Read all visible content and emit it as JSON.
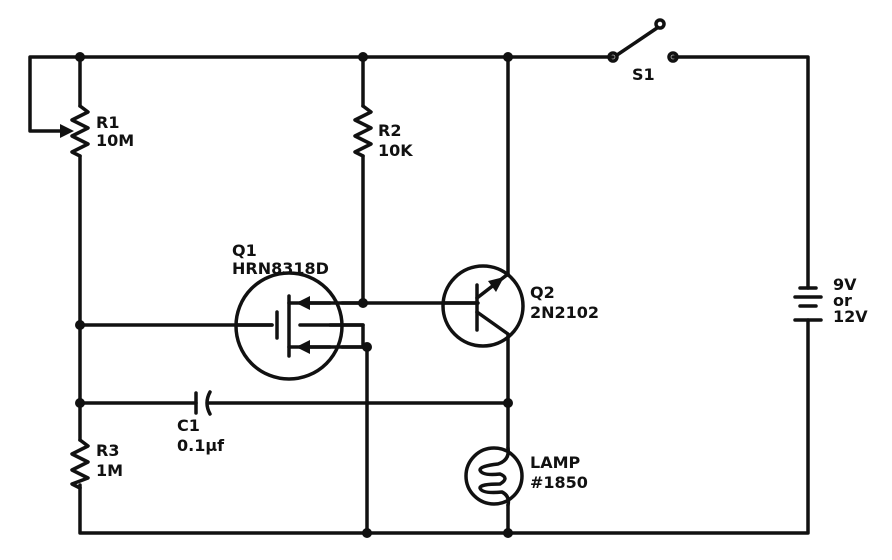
{
  "components": {
    "r1": {
      "ref": "R1",
      "value": "10M"
    },
    "r2": {
      "ref": "R2",
      "value": "10K"
    },
    "r3": {
      "ref": "R3",
      "value": "1M"
    },
    "q1": {
      "ref": "Q1",
      "value": "HRN8318D"
    },
    "q2": {
      "ref": "Q2",
      "value": "2N2102"
    },
    "c1": {
      "ref": "C1",
      "value": "0.1µf"
    },
    "lamp": {
      "ref": "LAMP",
      "value": "#1850"
    },
    "s1": {
      "ref": "S1"
    },
    "battery": {
      "line1": "9V",
      "line2": "or",
      "line3": "12V"
    }
  }
}
